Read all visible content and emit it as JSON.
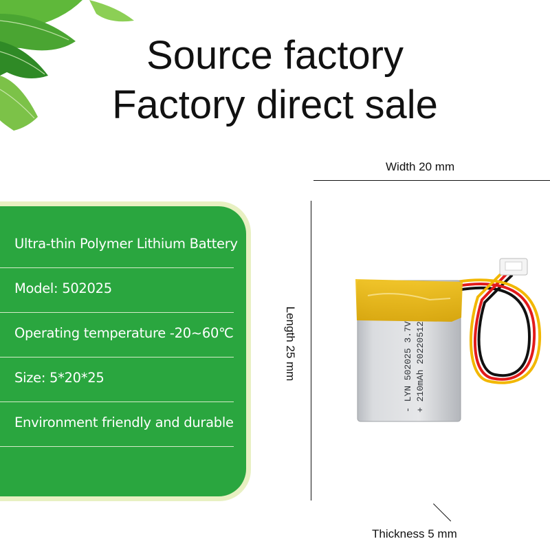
{
  "headline": {
    "line1": "Source factory",
    "line2": "Factory direct sale"
  },
  "specs": [
    "Ultra-thin Polymer Lithium Battery",
    "Model: 502025",
    "Operating temperature -20~60℃",
    "Size: 5*20*25",
    "Environment friendly and durable"
  ],
  "dimensions": {
    "width": "Width 20 mm",
    "length": "Length 25 mm",
    "thickness": "Thickness 5 mm"
  },
  "battery_print": {
    "line1": "- LYN 502025 3.7V",
    "line2": "+ 210mAh 20220512"
  },
  "colors": {
    "card_green": "#2aa63f",
    "battery_tape": "#e8b400",
    "battery_body": "#cfd2d6"
  },
  "icons": [
    "palm-leaf-icon"
  ]
}
